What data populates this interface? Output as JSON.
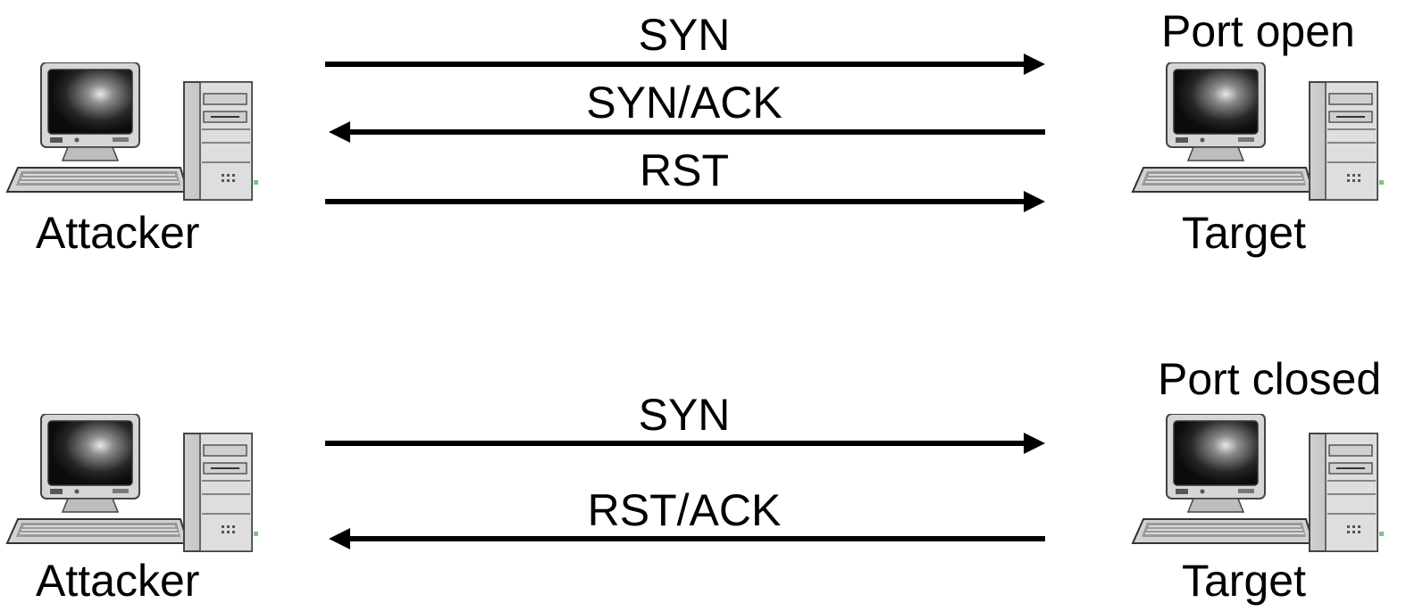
{
  "scenarios": [
    {
      "status": "Port open",
      "attacker_label": "Attacker",
      "target_label": "Target",
      "messages": [
        {
          "label": "SYN",
          "direction": "right"
        },
        {
          "label": "SYN/ACK",
          "direction": "left"
        },
        {
          "label": "RST",
          "direction": "right"
        }
      ]
    },
    {
      "status": "Port closed",
      "attacker_label": "Attacker",
      "target_label": "Target",
      "messages": [
        {
          "label": "SYN",
          "direction": "right"
        },
        {
          "label": "RST/ACK",
          "direction": "left"
        }
      ]
    }
  ],
  "icons": {
    "attacker": "desktop-computer-icon",
    "target": "desktop-computer-icon",
    "arrow_color": "#000000"
  }
}
